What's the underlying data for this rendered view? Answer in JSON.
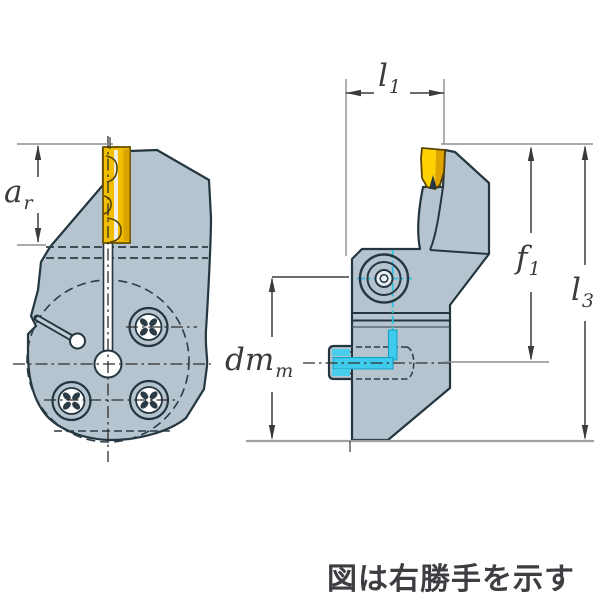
{
  "caption": "図は右勝手を示す",
  "dimensions": {
    "ar": {
      "main": "a",
      "sub": "r"
    },
    "l1": {
      "main": "l",
      "sub": "1"
    },
    "f1": {
      "main": "f",
      "sub": "1"
    },
    "l3": {
      "main": "l",
      "sub": "3"
    },
    "dmm": {
      "main": "dm",
      "sub": "m"
    }
  },
  "colors": {
    "body_fill": "#b6c4cf",
    "outline": "#243640",
    "insert_yellow": "#f2be00",
    "insert_yellow_bright": "#ffd200",
    "insert_yellow_dark": "#dda400",
    "coolant_cyan": "#3fcbec",
    "dimension_dark": "#3b3b3b",
    "reference_gray": "#8b9094",
    "background": "#ffffff"
  }
}
